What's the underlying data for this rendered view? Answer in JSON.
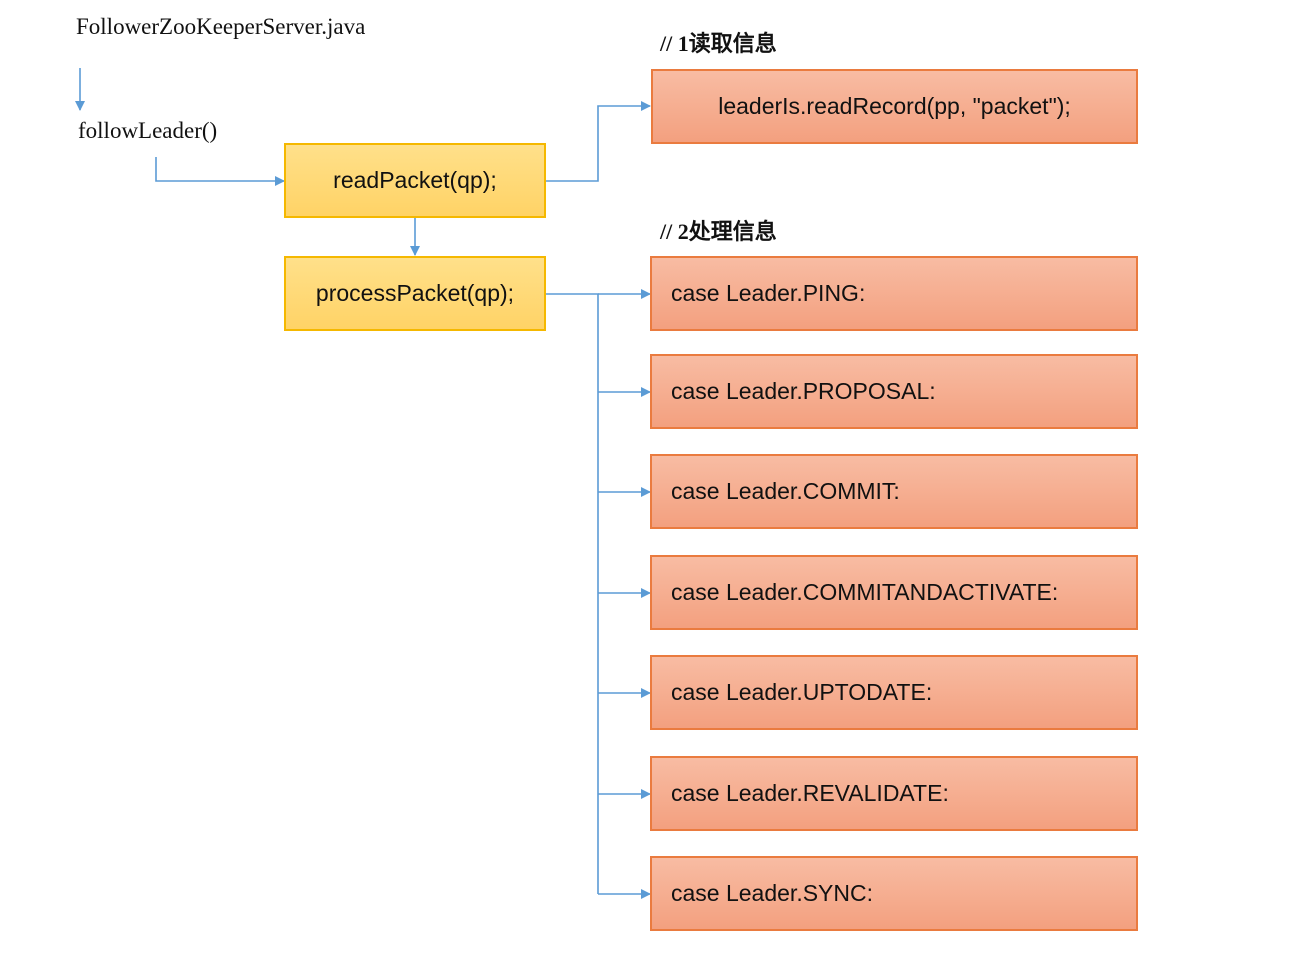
{
  "header": {
    "file_name": "FollowerZooKeeperServer.java",
    "method_call": "followLeader()"
  },
  "nodes": {
    "read_packet": "readPacket(qp);",
    "process_packet": "processPacket(qp);"
  },
  "sections": {
    "read": {
      "title": "// 1读取信息",
      "statement": "leaderIs.readRecord(pp, \"packet\");"
    },
    "process": {
      "title": "// 2处理信息",
      "cases": [
        "case Leader.PING:",
        "case Leader.PROPOSAL:",
        "case Leader.COMMIT:",
        "case Leader.COMMITANDACTIVATE:",
        "case Leader.UPTODATE:",
        "case Leader.REVALIDATE:",
        "case Leader.SYNC:"
      ]
    }
  },
  "colors": {
    "connector": "#5b9bd5",
    "yellow_fill": "#ffd966",
    "yellow_border": "#f5b800",
    "orange_fill": "#f4b183",
    "orange_border": "#ea7b3f"
  }
}
